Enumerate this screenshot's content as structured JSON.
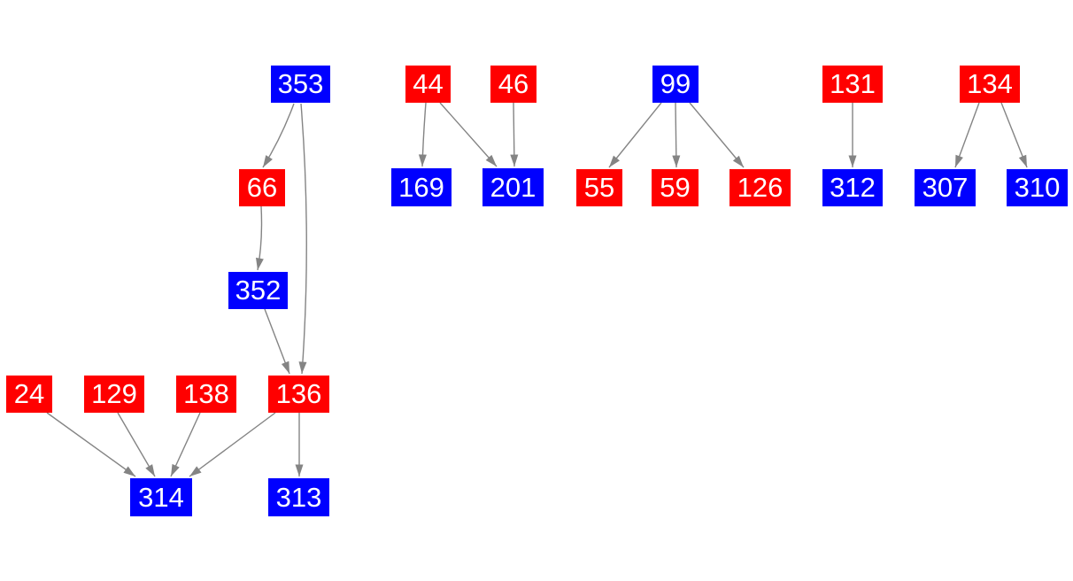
{
  "diagram": {
    "background": "#ffffff",
    "node_text_color": "#ffffff",
    "edge_color": "#848484",
    "node_colors": {
      "red": "#ff0000",
      "blue": "#0000ff"
    },
    "nodes": [
      {
        "id": "353",
        "label": "353",
        "color": "blue"
      },
      {
        "id": "44",
        "label": "44",
        "color": "red"
      },
      {
        "id": "46",
        "label": "46",
        "color": "red"
      },
      {
        "id": "99",
        "label": "99",
        "color": "blue"
      },
      {
        "id": "131",
        "label": "131",
        "color": "red"
      },
      {
        "id": "134",
        "label": "134",
        "color": "red"
      },
      {
        "id": "66",
        "label": "66",
        "color": "red"
      },
      {
        "id": "169",
        "label": "169",
        "color": "blue"
      },
      {
        "id": "201",
        "label": "201",
        "color": "blue"
      },
      {
        "id": "55",
        "label": "55",
        "color": "red"
      },
      {
        "id": "59",
        "label": "59",
        "color": "red"
      },
      {
        "id": "126",
        "label": "126",
        "color": "red"
      },
      {
        "id": "312",
        "label": "312",
        "color": "blue"
      },
      {
        "id": "307",
        "label": "307",
        "color": "blue"
      },
      {
        "id": "310",
        "label": "310",
        "color": "blue"
      },
      {
        "id": "352",
        "label": "352",
        "color": "blue"
      },
      {
        "id": "24",
        "label": "24",
        "color": "red"
      },
      {
        "id": "129",
        "label": "129",
        "color": "red"
      },
      {
        "id": "138",
        "label": "138",
        "color": "red"
      },
      {
        "id": "136",
        "label": "136",
        "color": "red"
      },
      {
        "id": "314",
        "label": "314",
        "color": "blue"
      },
      {
        "id": "313",
        "label": "313",
        "color": "blue"
      }
    ],
    "edges": [
      {
        "from": "353",
        "to": "66"
      },
      {
        "from": "353",
        "to": "136"
      },
      {
        "from": "66",
        "to": "352"
      },
      {
        "from": "352",
        "to": "136"
      },
      {
        "from": "24",
        "to": "314"
      },
      {
        "from": "129",
        "to": "314"
      },
      {
        "from": "138",
        "to": "314"
      },
      {
        "from": "136",
        "to": "314"
      },
      {
        "from": "136",
        "to": "313"
      },
      {
        "from": "44",
        "to": "169"
      },
      {
        "from": "44",
        "to": "201"
      },
      {
        "from": "46",
        "to": "201"
      },
      {
        "from": "99",
        "to": "55"
      },
      {
        "from": "99",
        "to": "59"
      },
      {
        "from": "99",
        "to": "126"
      },
      {
        "from": "131",
        "to": "312"
      },
      {
        "from": "134",
        "to": "307"
      },
      {
        "from": "134",
        "to": "310"
      }
    ]
  }
}
